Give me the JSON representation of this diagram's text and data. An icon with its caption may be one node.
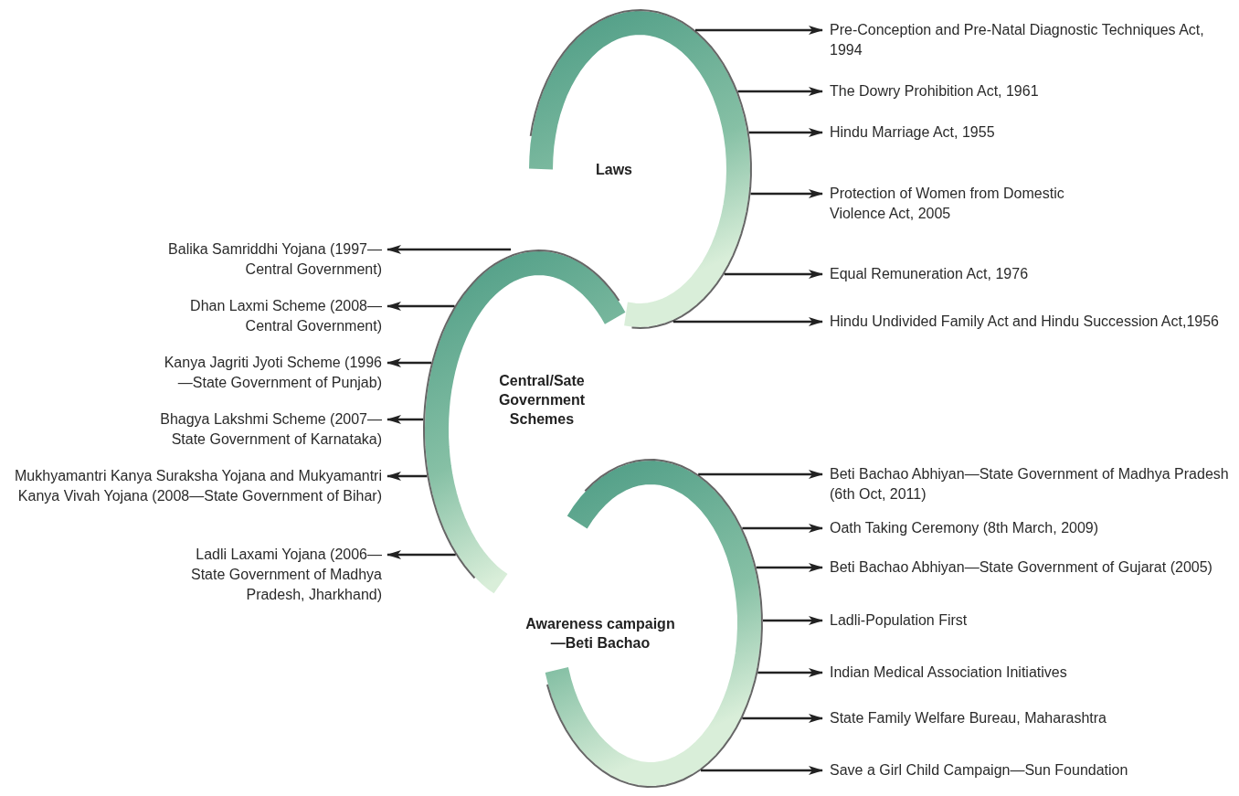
{
  "diagram": {
    "nodes": [
      {
        "text": [
          "Laws"
        ]
      },
      {
        "text": [
          "Pre-Conception and Pre-Natal Diagnostic Techniques Act, 1994"
        ]
      },
      {
        "text": [
          "The Dowry Prohibition Act, 1961"
        ]
      },
      {
        "text": [
          "Hindu Marriage Act, 1955"
        ]
      },
      {
        "text": [
          "Protection of Women from Domestic Violence Act, 2005"
        ]
      },
      {
        "text": [
          "Equal Remuneration Act, 1976"
        ]
      },
      {
        "text": [
          "Hindu Undivided Family Act and Hindu Succession Act,1956"
        ]
      },
      {
        "text": [
          "Central/Sate Government Schemes"
        ]
      },
      {
        "text": [
          "Balika Samriddhi Yojana (1997—Central Government)"
        ]
      },
      {
        "text": [
          "Dhan Laxmi Scheme (2008—Central Government)"
        ]
      },
      {
        "text": [
          "Kanya Jagriti Jyoti Scheme (1996—State Government of Punjab)"
        ]
      },
      {
        "text": [
          "Bhagya Lakshmi Scheme (2007—State Government of Karnataka)"
        ]
      },
      {
        "text": [
          "Mukhyamantri Kanya Suraksha Yojana and Mukyamantri Kanya Vivah Yojana (2008—State Government of Bihar)"
        ]
      },
      {
        "text": [
          "Ladli Laxami Yojana (2006—State Government of Madhya Pradesh, Jharkhand)"
        ]
      },
      {
        "text": [
          "Awareness campaign—Beti Bachao"
        ]
      },
      {
        "text": [
          "Beti Bachao Abhiyan—State Government of Madhya Pradesh (6th Oct, 2011)"
        ]
      },
      {
        "text": [
          "Oath Taking Ceremony (8th March, 2009)"
        ]
      },
      {
        "text": [
          "Beti Bachao Abhiyan—State Government of Gujarat (2005)"
        ]
      },
      {
        "text": [
          "Ladli-Population First"
        ]
      },
      {
        "text": [
          "Indian Medical Association Initiatives"
        ]
      },
      {
        "text": [
          "State Family Welfare Bureau, Maharashtra"
        ]
      },
      {
        "text": [
          "Save a Girl Child Campaign—Sun Foundation"
        ]
      }
    ],
    "edges": [
      {
        "from": 0,
        "to": 1,
        "arrow": "to"
      },
      {
        "from": 0,
        "to": 2,
        "arrow": "to"
      },
      {
        "from": 0,
        "to": 3,
        "arrow": "to"
      },
      {
        "from": 0,
        "to": 4,
        "arrow": "to"
      },
      {
        "from": 0,
        "to": 5,
        "arrow": "to"
      },
      {
        "from": 0,
        "to": 6,
        "arrow": "to"
      },
      {
        "from": 7,
        "to": 8,
        "arrow": "to"
      },
      {
        "from": 7,
        "to": 9,
        "arrow": "to"
      },
      {
        "from": 7,
        "to": 10,
        "arrow": "to"
      },
      {
        "from": 7,
        "to": 11,
        "arrow": "to"
      },
      {
        "from": 7,
        "to": 12,
        "arrow": "to"
      },
      {
        "from": 7,
        "to": 13,
        "arrow": "to"
      },
      {
        "from": 14,
        "to": 15,
        "arrow": "to"
      },
      {
        "from": 14,
        "to": 16,
        "arrow": "to"
      },
      {
        "from": 14,
        "to": 17,
        "arrow": "to"
      },
      {
        "from": 14,
        "to": 18,
        "arrow": "to"
      },
      {
        "from": 14,
        "to": 19,
        "arrow": "to"
      },
      {
        "from": 14,
        "to": 20,
        "arrow": "to"
      },
      {
        "from": 14,
        "to": 21,
        "arrow": "to"
      }
    ]
  }
}
